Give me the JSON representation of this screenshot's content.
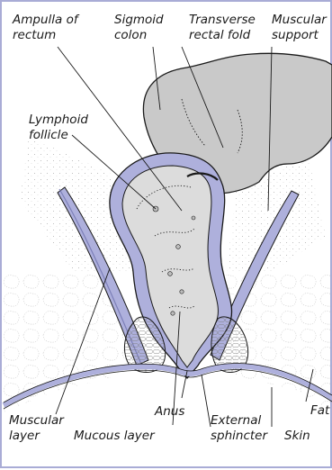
{
  "labels": {
    "ampulla_1": "Ampulla of",
    "ampulla_2": "rectum",
    "sigmoid_1": "Sigmoid",
    "sigmoid_2": "colon",
    "transverse_1": "Transverse",
    "transverse_2": "rectal fold",
    "muscular_support_1": "Muscular",
    "muscular_support_2": "support",
    "lymphoid_1": "Lymphoid",
    "lymphoid_2": "follicle",
    "fat": "Fat",
    "anus": "Anus",
    "external_1": "External",
    "external_2": "sphincter",
    "skin": "Skin",
    "muscular_layer_1": "Muscular",
    "muscular_layer_2": "layer",
    "mucous_layer": "Mucous layer"
  },
  "colors": {
    "frame_border": "#a9acd6",
    "muscle_lavender": "#aeb0dc",
    "colon_gray": "#c9c9c9",
    "lumen_gray": "#dcdcdc",
    "sphincter_gray": "#e3e3e3",
    "ink": "#1a1a1a"
  }
}
